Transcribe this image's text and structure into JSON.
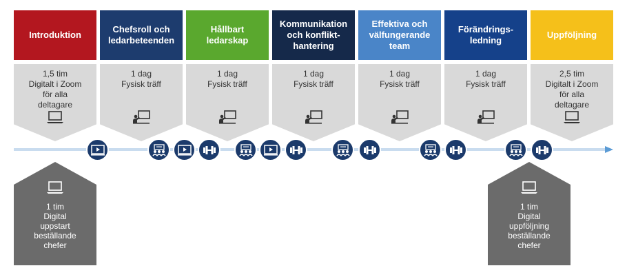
{
  "phases": [
    {
      "title": "Introduktion",
      "desc": "1,5 tim\nDigitalt i Zoom\nför alla\ndeltagare",
      "color": "#b3171f",
      "icon": "laptop-icon"
    },
    {
      "title": "Chefsroll och ledarbeteenden",
      "desc": "1 dag\nFysisk träff",
      "color": "#1d3c6e",
      "icon": "teacher-board-icon"
    },
    {
      "title": "Hållbart ledarskap",
      "desc": "1 dag\nFysisk träff",
      "color": "#5aa82e",
      "icon": "teacher-board-icon"
    },
    {
      "title": "Kommunikation och konflikt-hantering",
      "desc": "1 dag\nFysisk träff",
      "color": "#15294a",
      "icon": "teacher-board-icon"
    },
    {
      "title": "Effektiva och välfungerande team",
      "desc": "1 dag\nFysisk träff",
      "color": "#4a85c8",
      "icon": "teacher-board-icon"
    },
    {
      "title": "Förändrings-ledning",
      "desc": "1 dag\nFysisk träff",
      "color": "#15418a",
      "icon": "teacher-board-icon"
    },
    {
      "title": "Uppföljning",
      "desc": "2,5 tim\nDigitalt i Zoom\nför alla\ndeltagare",
      "color": "#f5c01a",
      "icon": "laptop-icon"
    }
  ],
  "timeline_icons": [
    "video-icon",
    "group-meeting-icon",
    "video-icon",
    "dumbbell-icon",
    "group-meeting-icon",
    "video-icon",
    "dumbbell-icon",
    "group-meeting-icon",
    "dumbbell-icon",
    "group-meeting-icon",
    "dumbbell-icon",
    "group-meeting-icon",
    "dumbbell-icon"
  ],
  "bottom_boxes": [
    {
      "text": "1 tim\nDigital\nuppstart\nbeställande\nchefer",
      "icon": "laptop-icon"
    },
    {
      "text": "1 tim\nDigital\nuppföljning\nbeställande\nchefer",
      "icon": "laptop-icon"
    }
  ],
  "colors": {
    "timeline": "#c9dcef",
    "circle": "#1b3a6b",
    "grey": "#d9d9d9",
    "house": "#6b6b6b"
  }
}
